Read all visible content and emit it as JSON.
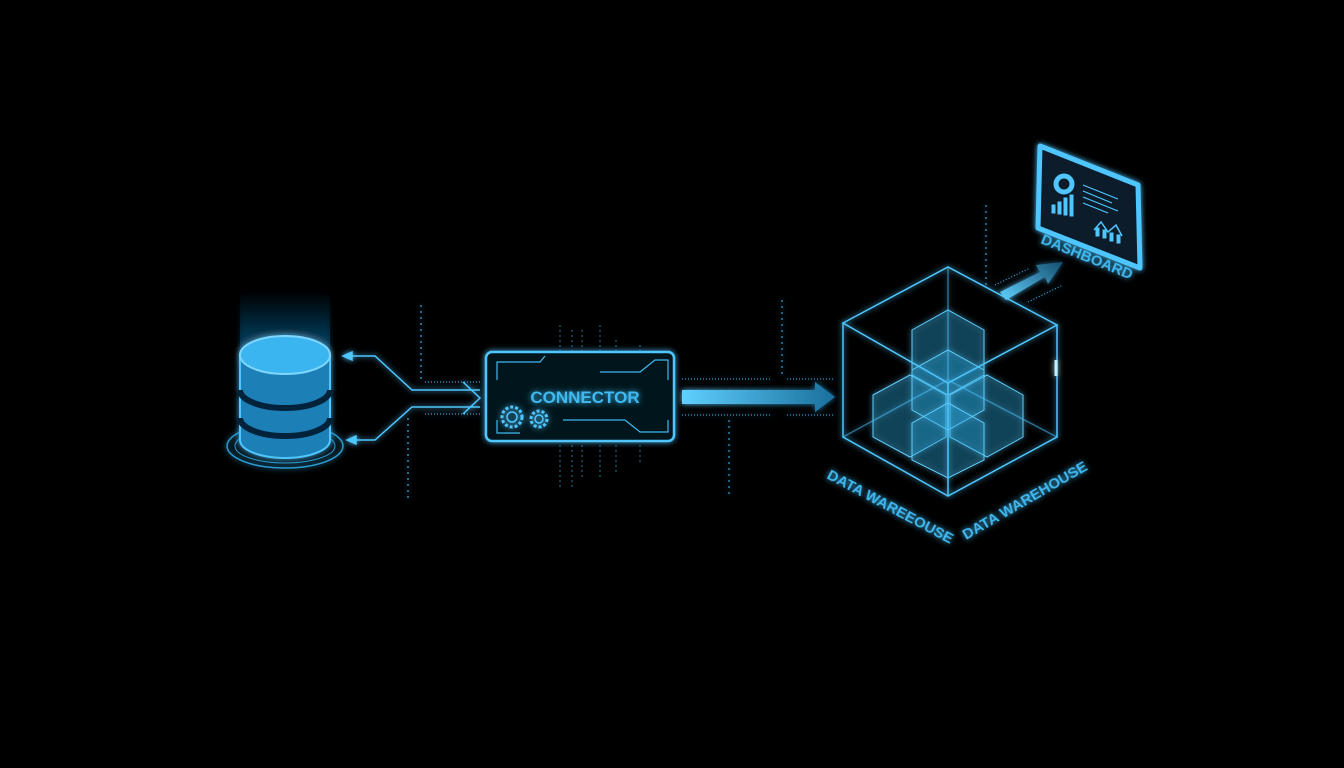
{
  "diagram": {
    "nodes": {
      "source": {
        "icon": "database-icon"
      },
      "connector": {
        "label": "CONNECTOR",
        "icon": "gears-icon"
      },
      "warehouse": {
        "label_left": "DATA WAREEOUSE",
        "label_right": "DATA WAREHOUSE",
        "icon": "cube-icon"
      },
      "dashboard": {
        "label": "DASHBOARD",
        "icon": "tablet-dashboard-icon"
      }
    },
    "edges": [
      {
        "from": "source",
        "to": "connector"
      },
      {
        "from": "connector",
        "to": "warehouse"
      },
      {
        "from": "warehouse",
        "to": "dashboard"
      }
    ]
  },
  "colors": {
    "background": "#000000",
    "accent": "#3fb8f0",
    "accent_light": "#7fd6ff"
  }
}
